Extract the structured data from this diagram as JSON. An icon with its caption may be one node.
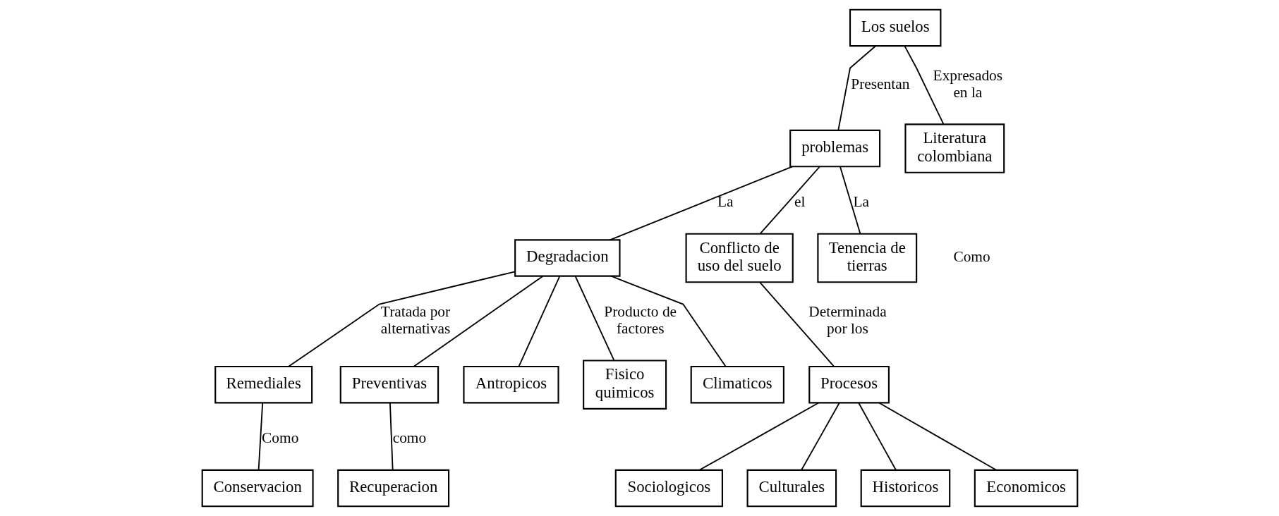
{
  "diagram": {
    "nodes": [
      {
        "text": [
          "Los suelos"
        ]
      },
      {
        "text": [
          "problemas"
        ]
      },
      {
        "text": [
          "Literatura colombiana"
        ]
      },
      {
        "text": [
          "Degradacion"
        ]
      },
      {
        "text": [
          "Conflicto de uso del suelo"
        ]
      },
      {
        "text": [
          "Tenencia de tierras"
        ]
      },
      {
        "text": [
          "Remediales"
        ]
      },
      {
        "text": [
          "Preventivas"
        ]
      },
      {
        "text": [
          "Antropicos"
        ]
      },
      {
        "text": [
          "Fisico quimicos"
        ]
      },
      {
        "text": [
          "Climaticos"
        ]
      },
      {
        "text": [
          "Procesos"
        ]
      },
      {
        "text": [
          "Conservacion"
        ]
      },
      {
        "text": [
          "Recuperacion"
        ]
      },
      {
        "text": [
          "Sociologicos"
        ]
      },
      {
        "text": [
          "Culturales"
        ]
      },
      {
        "text": [
          "Historicos"
        ]
      },
      {
        "text": [
          "Economicos"
        ]
      }
    ],
    "edges": [
      {
        "from": 0,
        "to": 1,
        "arrow": "none",
        "label": "Presentan"
      },
      {
        "from": 0,
        "to": 2,
        "arrow": "none",
        "label": "Expresados en la"
      },
      {
        "from": 1,
        "to": 3,
        "arrow": "none",
        "label": "La"
      },
      {
        "from": 1,
        "to": 4,
        "arrow": "none",
        "label": "el"
      },
      {
        "from": 1,
        "to": 5,
        "arrow": "none",
        "label": "La"
      },
      {
        "from": 3,
        "to": 6,
        "arrow": "none",
        "label": "Tratada por alternativas"
      },
      {
        "from": 3,
        "to": 7,
        "arrow": "none"
      },
      {
        "from": 3,
        "to": 8,
        "arrow": "none"
      },
      {
        "from": 3,
        "to": 9,
        "arrow": "none",
        "label": "Producto de factores"
      },
      {
        "from": 3,
        "to": 10,
        "arrow": "none"
      },
      {
        "from": 4,
        "to": 11,
        "arrow": "none",
        "label": "Determinada por los"
      },
      {
        "from": 6,
        "to": 12,
        "arrow": "none",
        "label": "Como"
      },
      {
        "from": 7,
        "to": 13,
        "arrow": "none",
        "label": "como"
      },
      {
        "from": 11,
        "to": 14,
        "arrow": "none"
      },
      {
        "from": 11,
        "to": 15,
        "arrow": "none"
      },
      {
        "from": 11,
        "to": 16,
        "arrow": "none"
      },
      {
        "from": 11,
        "to": 17,
        "arrow": "none"
      }
    ],
    "labels": [
      "Como"
    ]
  }
}
